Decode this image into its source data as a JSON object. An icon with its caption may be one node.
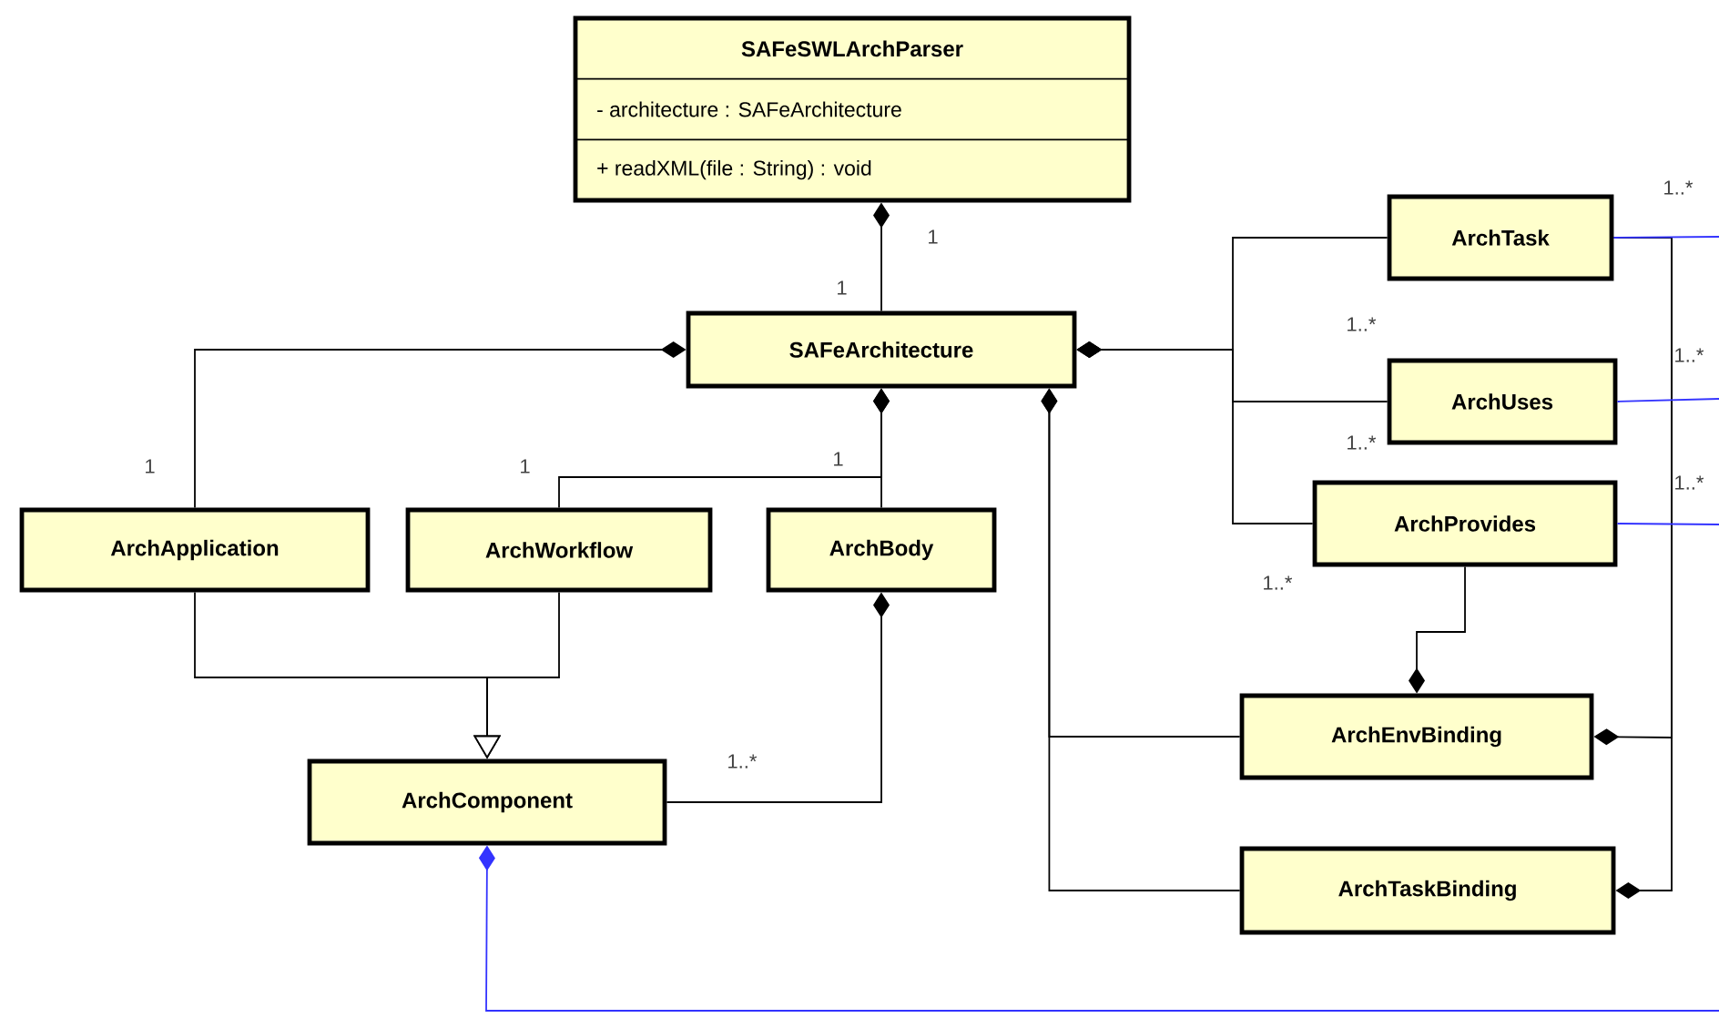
{
  "diagram": {
    "nodes": [
      {
        "text": [
          "SAFeSWLArchParser",
          "- architecture : SAFeArchitecture",
          "+ readXML(file : String) : void"
        ]
      },
      {
        "text": [
          "SAFeArchitecture"
        ]
      },
      {
        "text": [
          "ArchApplication"
        ]
      },
      {
        "text": [
          "ArchWorkflow"
        ]
      },
      {
        "text": [
          "ArchBody"
        ]
      },
      {
        "text": [
          "ArchComponent"
        ]
      },
      {
        "text": [
          "ArchTask"
        ]
      },
      {
        "text": [
          "ArchUses"
        ]
      },
      {
        "text": [
          "ArchProvides"
        ]
      },
      {
        "text": [
          "ArchEnvBinding"
        ]
      },
      {
        "text": [
          "ArchTaskBinding"
        ]
      }
    ],
    "edges": [
      {
        "from": 0,
        "to": 1,
        "arrow": "other"
      },
      {
        "from": 1,
        "to": 2,
        "arrow": "other"
      },
      {
        "from": 1,
        "to": 3,
        "arrow": "other"
      },
      {
        "from": 1,
        "to": 4,
        "arrow": "other"
      },
      {
        "from": 1,
        "to": 6,
        "arrow": "other"
      },
      {
        "from": 1,
        "to": 7,
        "arrow": "other"
      },
      {
        "from": 1,
        "to": 8,
        "arrow": "other"
      },
      {
        "from": 1,
        "to": 9,
        "arrow": "other"
      },
      {
        "from": 1,
        "to": 10,
        "arrow": "other"
      },
      {
        "from": 2,
        "to": 5,
        "arrow": "to"
      },
      {
        "from": 3,
        "to": 5,
        "arrow": "to"
      },
      {
        "from": 4,
        "to": 5,
        "arrow": "other"
      },
      {
        "from": 9,
        "to": 8,
        "arrow": "other"
      },
      {
        "from": 9,
        "to": 6,
        "arrow": "other"
      },
      {
        "from": 10,
        "to": 6,
        "arrow": "other"
      },
      {
        "from": 5,
        "to": null,
        "arrow": "other",
        "color": "#3333ff"
      },
      {
        "from": 6,
        "to": null,
        "arrow": "none",
        "color": "#3333ff"
      },
      {
        "from": 7,
        "to": null,
        "arrow": "none",
        "color": "#3333ff"
      },
      {
        "from": 8,
        "to": null,
        "arrow": "none",
        "color": "#3333ff"
      }
    ],
    "labels": [
      "1",
      "1",
      "1..*",
      "1..*",
      "1..*",
      "1",
      "1",
      "1",
      "1..*",
      "1..*",
      "1..*",
      "1..*"
    ]
  }
}
